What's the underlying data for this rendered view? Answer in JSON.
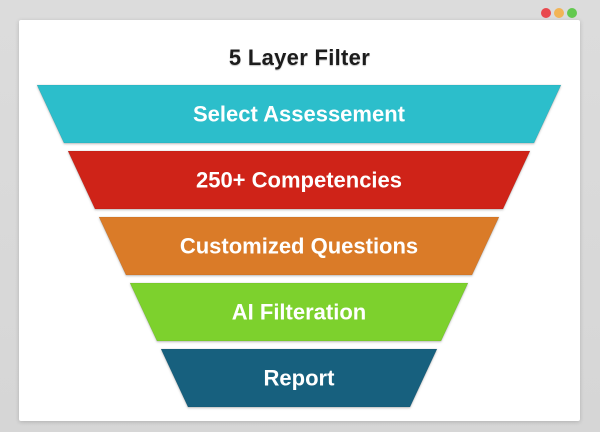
{
  "window": {
    "traffic_lights": [
      {
        "name": "red",
        "color": "#E9494E"
      },
      {
        "name": "yellow",
        "color": "#F2B455"
      },
      {
        "name": "green",
        "color": "#63C94F"
      }
    ]
  },
  "title": "5 Layer Filter",
  "funnel": {
    "layers": [
      {
        "label": "Select Assessement",
        "color": "#2CBECB"
      },
      {
        "label": "250+ Competencies",
        "color": "#CF2318"
      },
      {
        "label": "Customized Questions",
        "color": "#DA7B28"
      },
      {
        "label": "AI Filteration",
        "color": "#7DD12D"
      },
      {
        "label": "Report",
        "color": "#17607E"
      }
    ]
  }
}
